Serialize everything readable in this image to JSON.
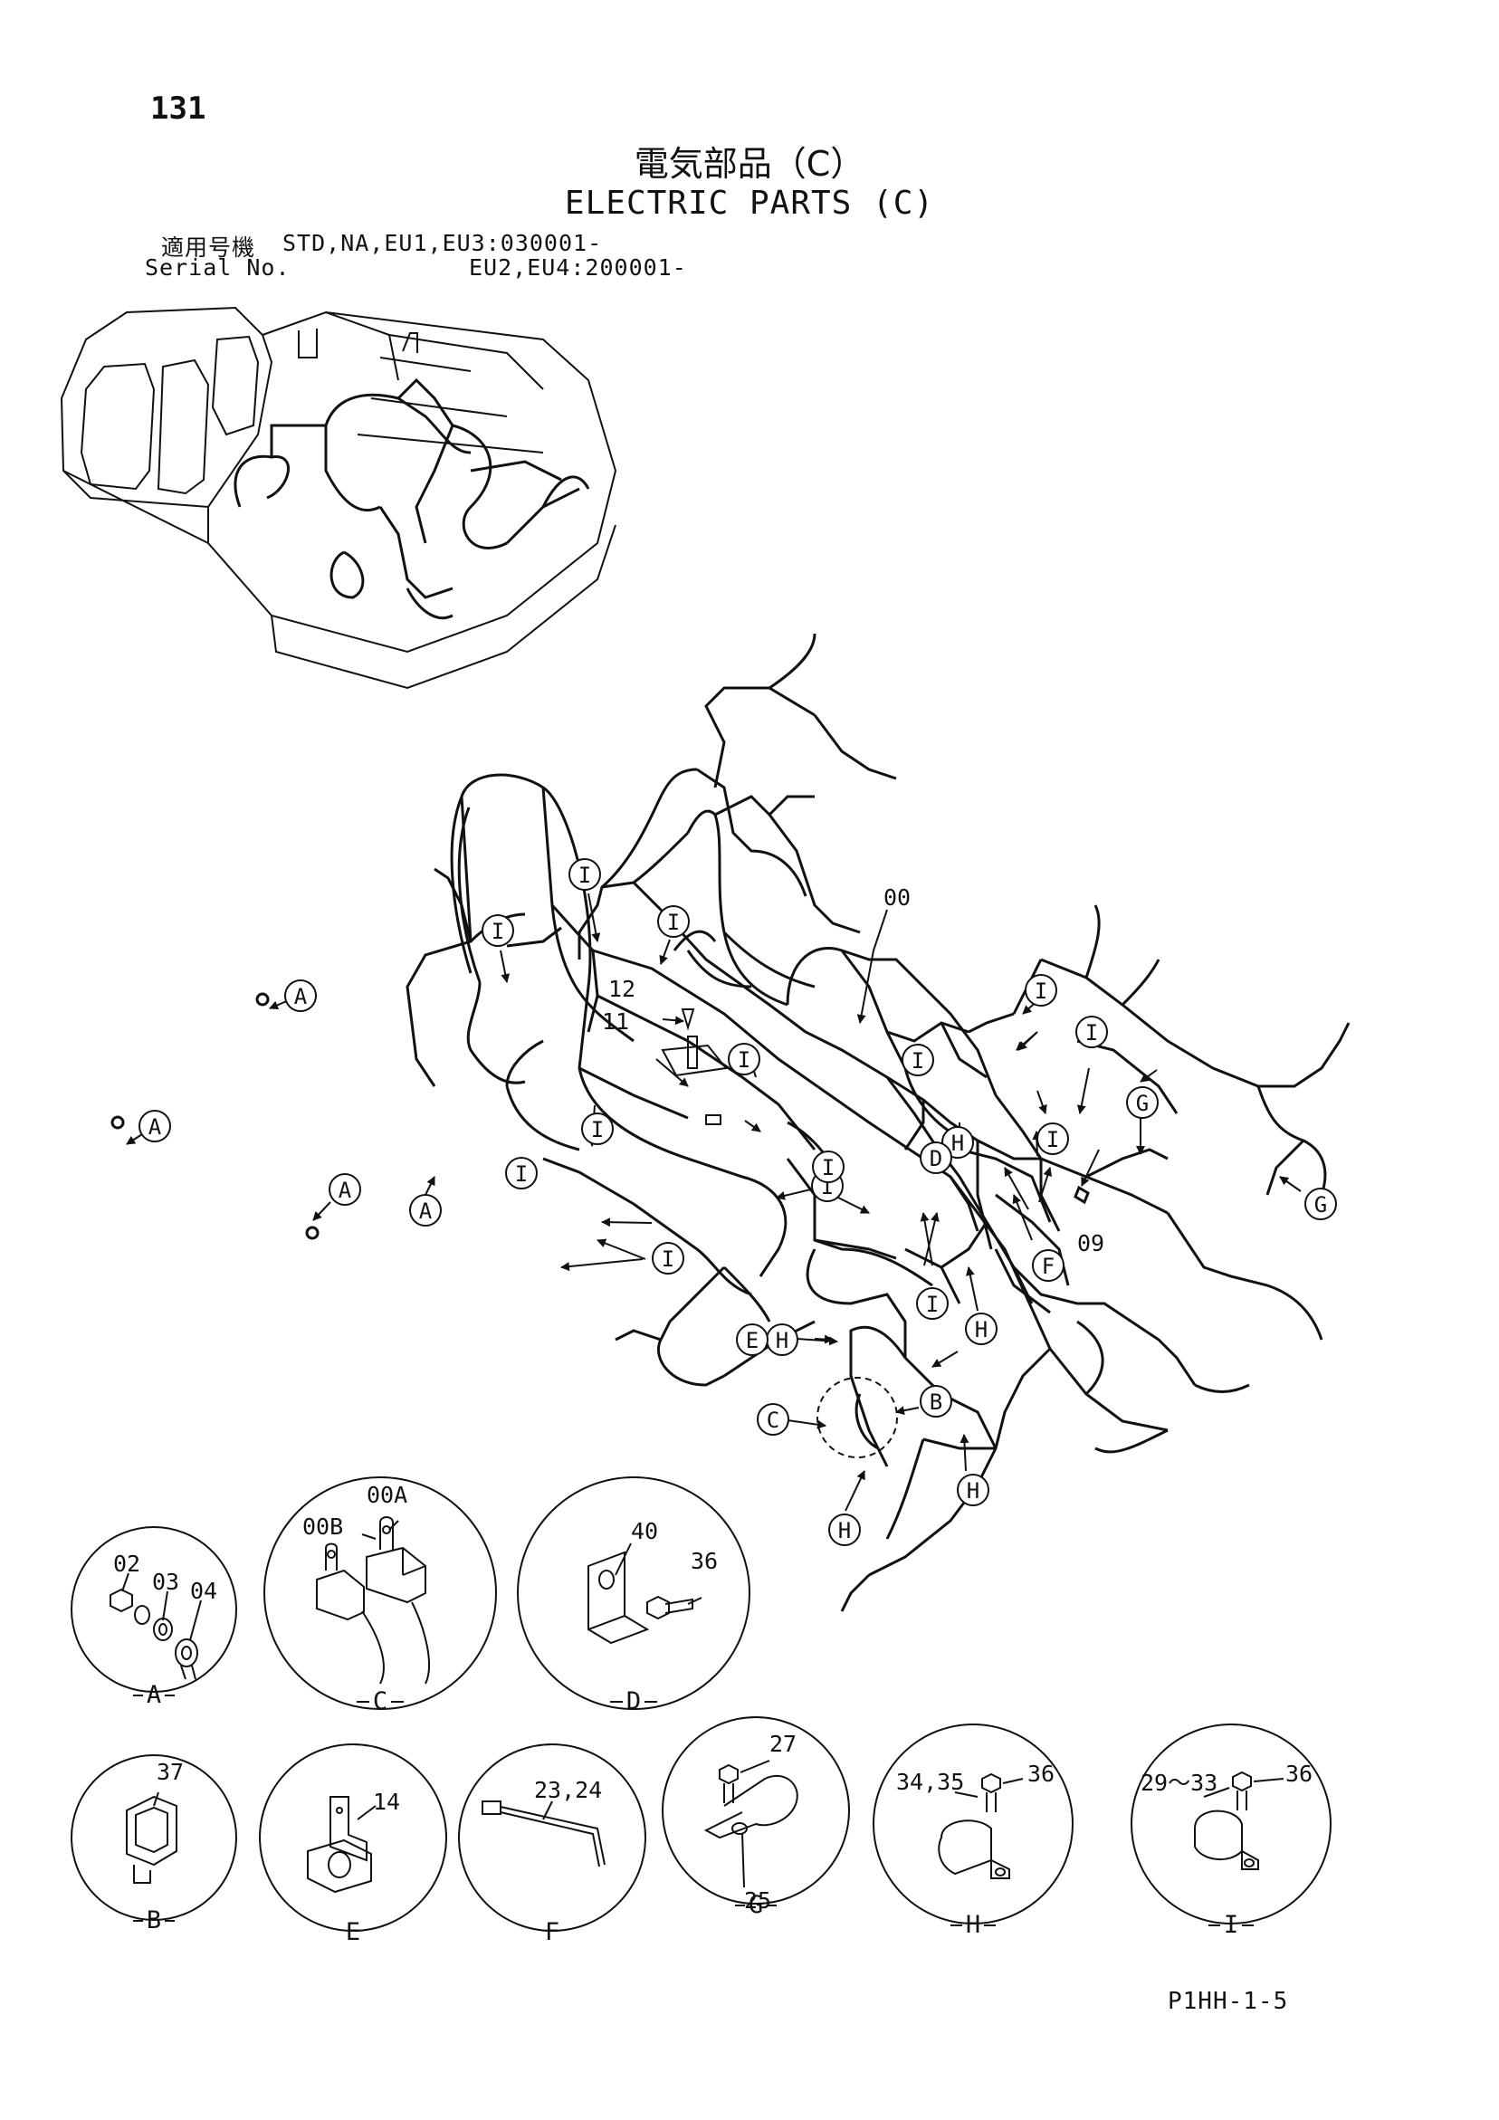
{
  "page_number": "131",
  "title_jp": "電気部品（C）",
  "title_en": "ELECTRIC PARTS (C)",
  "serial": {
    "label_jp": "適用号機",
    "label_en": "Serial No.",
    "line1": "STD,NA,EU1,EU3:030001-",
    "line2": "EU2,EU4:200001-"
  },
  "callouts": {
    "harness": "00",
    "p09": "09",
    "p11": "11",
    "p12": "12"
  },
  "refs": {
    "A": "A",
    "B": "B",
    "C": "C",
    "D": "D",
    "E": "E",
    "F": "F",
    "G": "G",
    "H": "H",
    "I": "I"
  },
  "details": {
    "A": {
      "letter": "A",
      "parts": [
        "02",
        "03",
        "04"
      ]
    },
    "C": {
      "letter": "C",
      "parts": [
        "00B",
        "00A"
      ]
    },
    "D": {
      "letter": "D",
      "parts": [
        "40",
        "36"
      ]
    },
    "B": {
      "letter": "B",
      "parts": [
        "37"
      ]
    },
    "E": {
      "letter": "E",
      "parts": [
        "14"
      ]
    },
    "F": {
      "letter": "F",
      "parts": [
        "23,24"
      ]
    },
    "G": {
      "letter": "G",
      "parts": [
        "27",
        "25"
      ]
    },
    "H": {
      "letter": "H",
      "parts": [
        "34,35",
        "36"
      ]
    },
    "I": {
      "letter": "I",
      "parts": [
        "29～33",
        "36"
      ]
    }
  },
  "footer_code": "P1HH-1-5"
}
